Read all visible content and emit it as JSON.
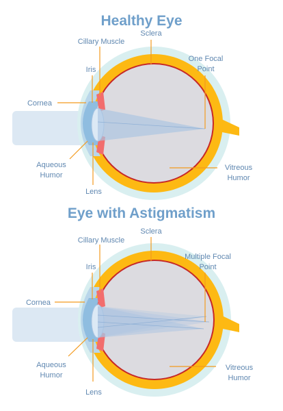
{
  "colors": {
    "title": "#6f9fca",
    "label": "#5f87b0",
    "sclera_yellow": "#fdb913",
    "choroid_red": "#c62828",
    "outer_layer": "#d9eff0",
    "vitreous": "#dcdbe0",
    "iris_pink": "#f26d6d",
    "lens_blue": "#dce9f5",
    "light_beam": "#a9c4e2",
    "leader_lines": "#f39a1e"
  },
  "healthy": {
    "title": "Healthy Eye",
    "labels": {
      "sclera": "Sclera",
      "ciliary": "Cillary Muscle",
      "focal_1": "One Focal",
      "focal_2": "Point",
      "iris": "Iris",
      "cornea": "Cornea",
      "aqueous_1": "Aqueous",
      "aqueous_2": "Humor",
      "lens": "Lens",
      "vitreous_1": "Vitreous",
      "vitreous_2": "Humor"
    }
  },
  "astigmatism": {
    "title": "Eye with Astigmatism",
    "labels": {
      "sclera": "Sclera",
      "ciliary": "Cillary Muscle",
      "focal_1": "Multiple Focal",
      "focal_2": "Point",
      "iris": "Iris",
      "cornea": "Cornea",
      "aqueous_1": "Aqueous",
      "aqueous_2": "Humor",
      "lens": "Lens",
      "vitreous_1": "Vitreous",
      "vitreous_2": "Humor"
    }
  }
}
